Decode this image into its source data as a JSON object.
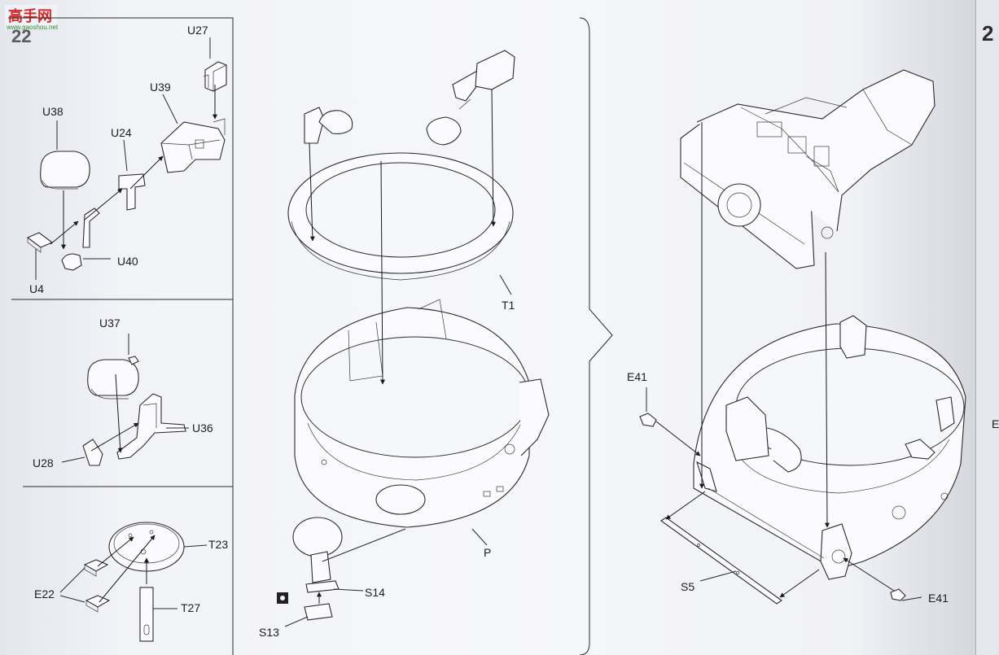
{
  "watermark": {
    "site_name": "高手网",
    "site_url": "www.gaoshou.net"
  },
  "page_number": "22",
  "next_page_number": "2",
  "callouts": {
    "u27": "U27",
    "u39": "U39",
    "u38": "U38",
    "u24": "U24",
    "u40": "U40",
    "u4": "U4",
    "u37": "U37",
    "u36": "U36",
    "u28": "U28",
    "t23": "T23",
    "e22": "E22",
    "t27": "T27",
    "t1": "T1",
    "p": "P",
    "s14": "S14",
    "s13": "S13",
    "e41_top": "E41",
    "e41_bottom": "E41",
    "s5": "S5",
    "edge_e": "E"
  },
  "colors": {
    "line": "#2a2a2e",
    "paper": "#f6f7fa",
    "watermark_red": "#d22b2b",
    "watermark_green": "#2b8a2b"
  }
}
